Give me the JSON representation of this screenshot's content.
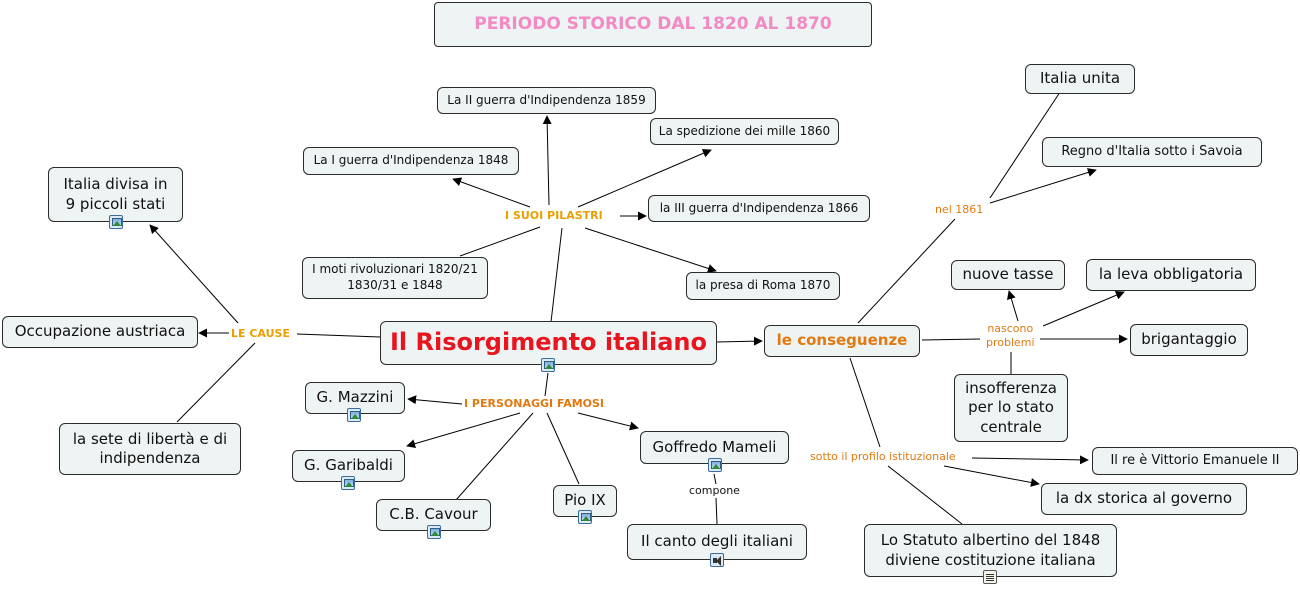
{
  "title": "PERIODO STORICO DAL 1820 AL 1870",
  "colors": {
    "title": "#f28ac4",
    "central": "#e8141e",
    "orange_bold": "#e8a000",
    "orange": "#e07a10",
    "node_bg": "#eef3f4"
  },
  "central": {
    "label": "Il Risorgimento italiano",
    "icon": "image-icon"
  },
  "pillars": {
    "label": "I SUOI PILASTRI",
    "items": [
      "La II guerra d'Indipendenza 1859",
      "La spedizione dei mille 1860",
      "La I guerra d'Indipendenza 1848",
      "la III guerra d'Indipendenza 1866",
      "I moti rivoluzionari 1820/21\n1830/31 e 1848",
      "la presa di Roma 1870"
    ]
  },
  "causes": {
    "label": "LE CAUSE",
    "items": [
      {
        "label": "Italia divisa in\n9 piccoli stati",
        "icon": "image-icon"
      },
      {
        "label": "Occupazione austriaca"
      },
      {
        "label": "la sete di libertà e di\nindipendenza"
      }
    ]
  },
  "people": {
    "label": "I PERSONAGGI FAMOSI",
    "items": [
      {
        "label": "G. Mazzini",
        "icon": "image-icon"
      },
      {
        "label": "G. Garibaldi",
        "icon": "image-icon"
      },
      {
        "label": "C.B. Cavour",
        "icon": "image-icon"
      },
      {
        "label": "Pio IX",
        "icon": "image-icon"
      },
      {
        "label": "Goffredo Mameli",
        "icon": "image-icon"
      }
    ],
    "mameli_link": "compone",
    "song": {
      "label": "Il canto degli italiani",
      "icon": "sound-icon"
    }
  },
  "consequences": {
    "label": "le conseguenze",
    "links": {
      "nel_1861": "nel 1861",
      "problems": "nascono\nproblemi",
      "institutional": "sotto il profilo istituzionale"
    },
    "unity": [
      "Italia unita",
      "Regno d'Italia sotto i Savoia"
    ],
    "problems": [
      "nuove tasse",
      "la leva obbligatoria",
      "brigantaggio",
      "insofferenza\nper lo stato\ncentrale"
    ],
    "institutional": [
      "Il re è Vittorio Emanuele II",
      "la dx storica al governo",
      {
        "label": "Lo Statuto albertino del 1848\ndiviene costituzione italiana",
        "icon": "document-icon"
      }
    ]
  }
}
